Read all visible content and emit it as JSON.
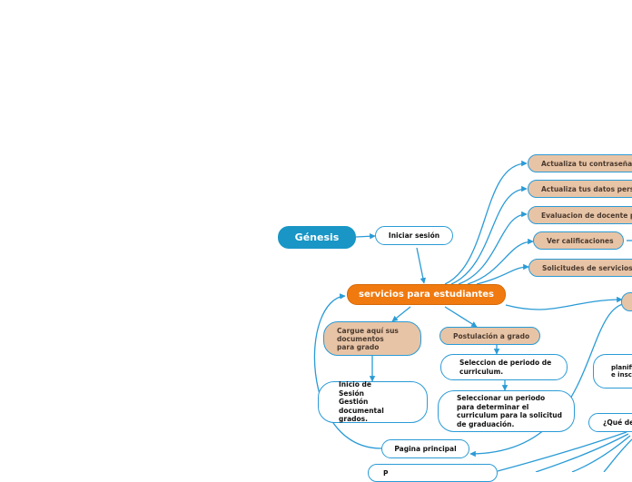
{
  "nodes": {
    "genesis": "Génesis",
    "iniciar_sesion": "Iniciar sesión",
    "main": "servicios para estudiantes",
    "actualiza_contrasena": "Actualiza tu contraseña",
    "actualiza_datos": "Actualiza tus datos perso",
    "evaluacion_docente": "Evaluacion de docente po",
    "ver_calificaciones": "Ver calificaciones",
    "solicitudes_servicios": "Solicitudes de servicios a",
    "cargue_documentos": "Cargue aquí sus documentos para grado",
    "postulacion_grado": "Postulación a grado",
    "seleccion_periodo": "Seleccion de periodo de curriculum.",
    "seleccionar_periodo": "Seleccionar un periodo para determinar el curriculum para la solicitud de graduación.",
    "inicio_sesion_gestion": "Inicio de Sesión Gestión documental grados.",
    "pagina_principal": "Pagina principal",
    "planificacion": "planifi n e inscrip",
    "que_de": "¿Qué de",
    "bottom_partial": "P"
  },
  "colors": {
    "connector": "#2a9bd6",
    "genesis_fill": "#1996c5",
    "main_fill": "#f07a10",
    "tan_fill": "#e8c4a6"
  }
}
